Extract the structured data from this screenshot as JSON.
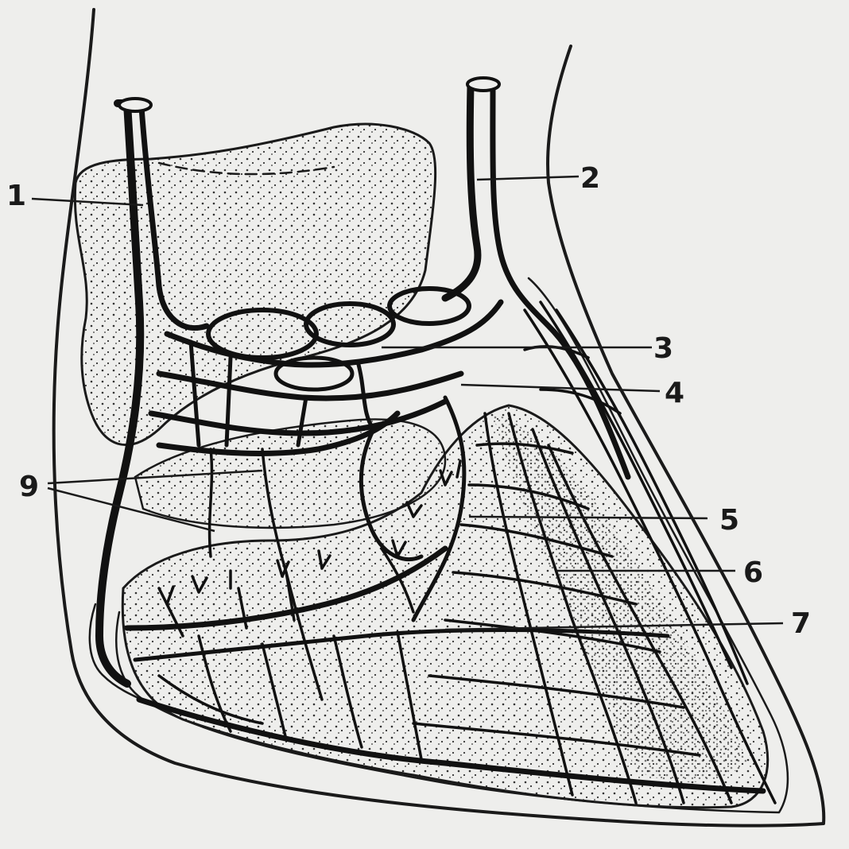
{
  "colors": {
    "paper": "#eeeeec",
    "ink": "#1a1a1a",
    "stipple": "#333333"
  },
  "labels": {
    "l1": "1",
    "l2": "2",
    "l3": "3",
    "l4": "4",
    "l5": "5",
    "l6": "6",
    "l7": "7",
    "l9": "9"
  }
}
